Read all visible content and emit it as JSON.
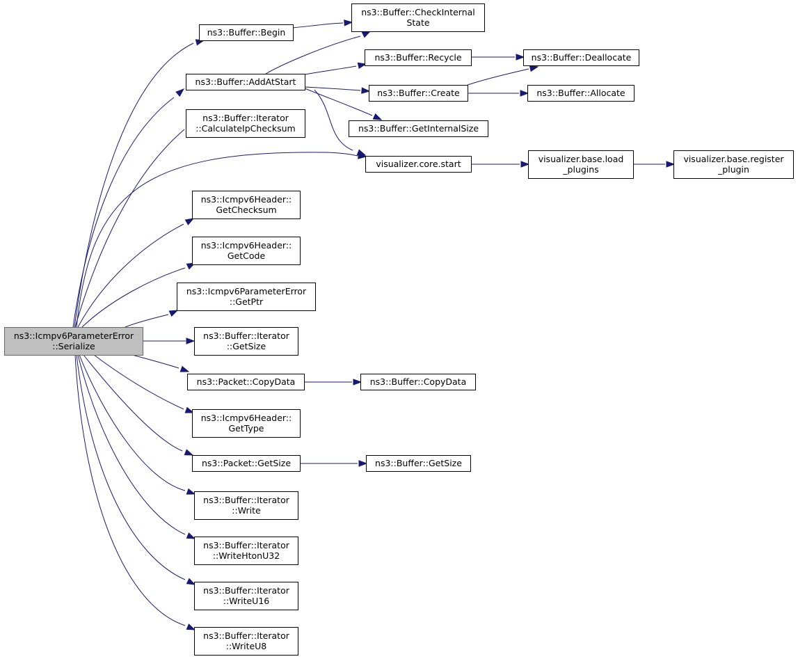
{
  "diagram": {
    "type": "call-graph",
    "edge_color": "#191970",
    "root_fill": "#bfbfbf",
    "nodes": [
      {
        "id": "root",
        "lines": [
          "ns3::Icmpv6ParameterError",
          "::Serialize"
        ],
        "root": true
      },
      {
        "id": "begin",
        "lines": [
          "ns3::Buffer::Begin"
        ]
      },
      {
        "id": "addatstart",
        "lines": [
          "ns3::Buffer::AddAtStart"
        ]
      },
      {
        "id": "calcip",
        "lines": [
          "ns3::Buffer::Iterator",
          "::CalculateIpChecksum"
        ]
      },
      {
        "id": "getchecksum",
        "lines": [
          "ns3::Icmpv6Header::",
          "GetChecksum"
        ]
      },
      {
        "id": "getcode",
        "lines": [
          "ns3::Icmpv6Header::",
          "GetCode"
        ]
      },
      {
        "id": "getptr",
        "lines": [
          "ns3::Icmpv6ParameterError",
          "::GetPtr"
        ]
      },
      {
        "id": "itgetsize",
        "lines": [
          "ns3::Buffer::Iterator",
          "::GetSize"
        ]
      },
      {
        "id": "pktcopydata",
        "lines": [
          "ns3::Packet::CopyData"
        ]
      },
      {
        "id": "gettype",
        "lines": [
          "ns3::Icmpv6Header::",
          "GetType"
        ]
      },
      {
        "id": "pktgetsize",
        "lines": [
          "ns3::Packet::GetSize"
        ]
      },
      {
        "id": "write",
        "lines": [
          "ns3::Buffer::Iterator",
          "::Write"
        ]
      },
      {
        "id": "writehton",
        "lines": [
          "ns3::Buffer::Iterator",
          "::WriteHtonU32"
        ]
      },
      {
        "id": "writeu16",
        "lines": [
          "ns3::Buffer::Iterator",
          "::WriteU16"
        ]
      },
      {
        "id": "writeu8",
        "lines": [
          "ns3::Buffer::Iterator",
          "::WriteU8"
        ]
      },
      {
        "id": "checkinternal",
        "lines": [
          "ns3::Buffer::CheckInternal",
          "State"
        ]
      },
      {
        "id": "recycle",
        "lines": [
          "ns3::Buffer::Recycle"
        ]
      },
      {
        "id": "create",
        "lines": [
          "ns3::Buffer::Create"
        ]
      },
      {
        "id": "getinternalsize",
        "lines": [
          "ns3::Buffer::GetInternalSize"
        ]
      },
      {
        "id": "vcorestart",
        "lines": [
          "visualizer.core.start"
        ]
      },
      {
        "id": "bufcopydata",
        "lines": [
          "ns3::Buffer::CopyData"
        ]
      },
      {
        "id": "bufgetsize",
        "lines": [
          "ns3::Buffer::GetSize"
        ]
      },
      {
        "id": "deallocate",
        "lines": [
          "ns3::Buffer::Deallocate"
        ]
      },
      {
        "id": "allocate",
        "lines": [
          "ns3::Buffer::Allocate"
        ]
      },
      {
        "id": "loadplugins",
        "lines": [
          "visualizer.base.load",
          "_plugins"
        ]
      },
      {
        "id": "registerplugin",
        "lines": [
          "visualizer.base.register",
          "_plugin"
        ]
      }
    ],
    "edges": [
      {
        "from": "root",
        "to": "begin"
      },
      {
        "from": "root",
        "to": "addatstart"
      },
      {
        "from": "root",
        "to": "calcip"
      },
      {
        "from": "root",
        "to": "vcorestart"
      },
      {
        "from": "root",
        "to": "getchecksum"
      },
      {
        "from": "root",
        "to": "getcode"
      },
      {
        "from": "root",
        "to": "getptr"
      },
      {
        "from": "root",
        "to": "itgetsize"
      },
      {
        "from": "root",
        "to": "pktcopydata"
      },
      {
        "from": "root",
        "to": "gettype"
      },
      {
        "from": "root",
        "to": "pktgetsize"
      },
      {
        "from": "root",
        "to": "write"
      },
      {
        "from": "root",
        "to": "writehton"
      },
      {
        "from": "root",
        "to": "writeu16"
      },
      {
        "from": "root",
        "to": "writeu8"
      },
      {
        "from": "begin",
        "to": "checkinternal"
      },
      {
        "from": "addatstart",
        "to": "checkinternal"
      },
      {
        "from": "addatstart",
        "to": "recycle"
      },
      {
        "from": "addatstart",
        "to": "create"
      },
      {
        "from": "addatstart",
        "to": "getinternalsize"
      },
      {
        "from": "addatstart",
        "to": "vcorestart"
      },
      {
        "from": "recycle",
        "to": "deallocate"
      },
      {
        "from": "create",
        "to": "deallocate"
      },
      {
        "from": "create",
        "to": "allocate"
      },
      {
        "from": "vcorestart",
        "to": "loadplugins"
      },
      {
        "from": "loadplugins",
        "to": "registerplugin"
      },
      {
        "from": "pktcopydata",
        "to": "bufcopydata"
      },
      {
        "from": "pktgetsize",
        "to": "bufgetsize"
      }
    ]
  }
}
